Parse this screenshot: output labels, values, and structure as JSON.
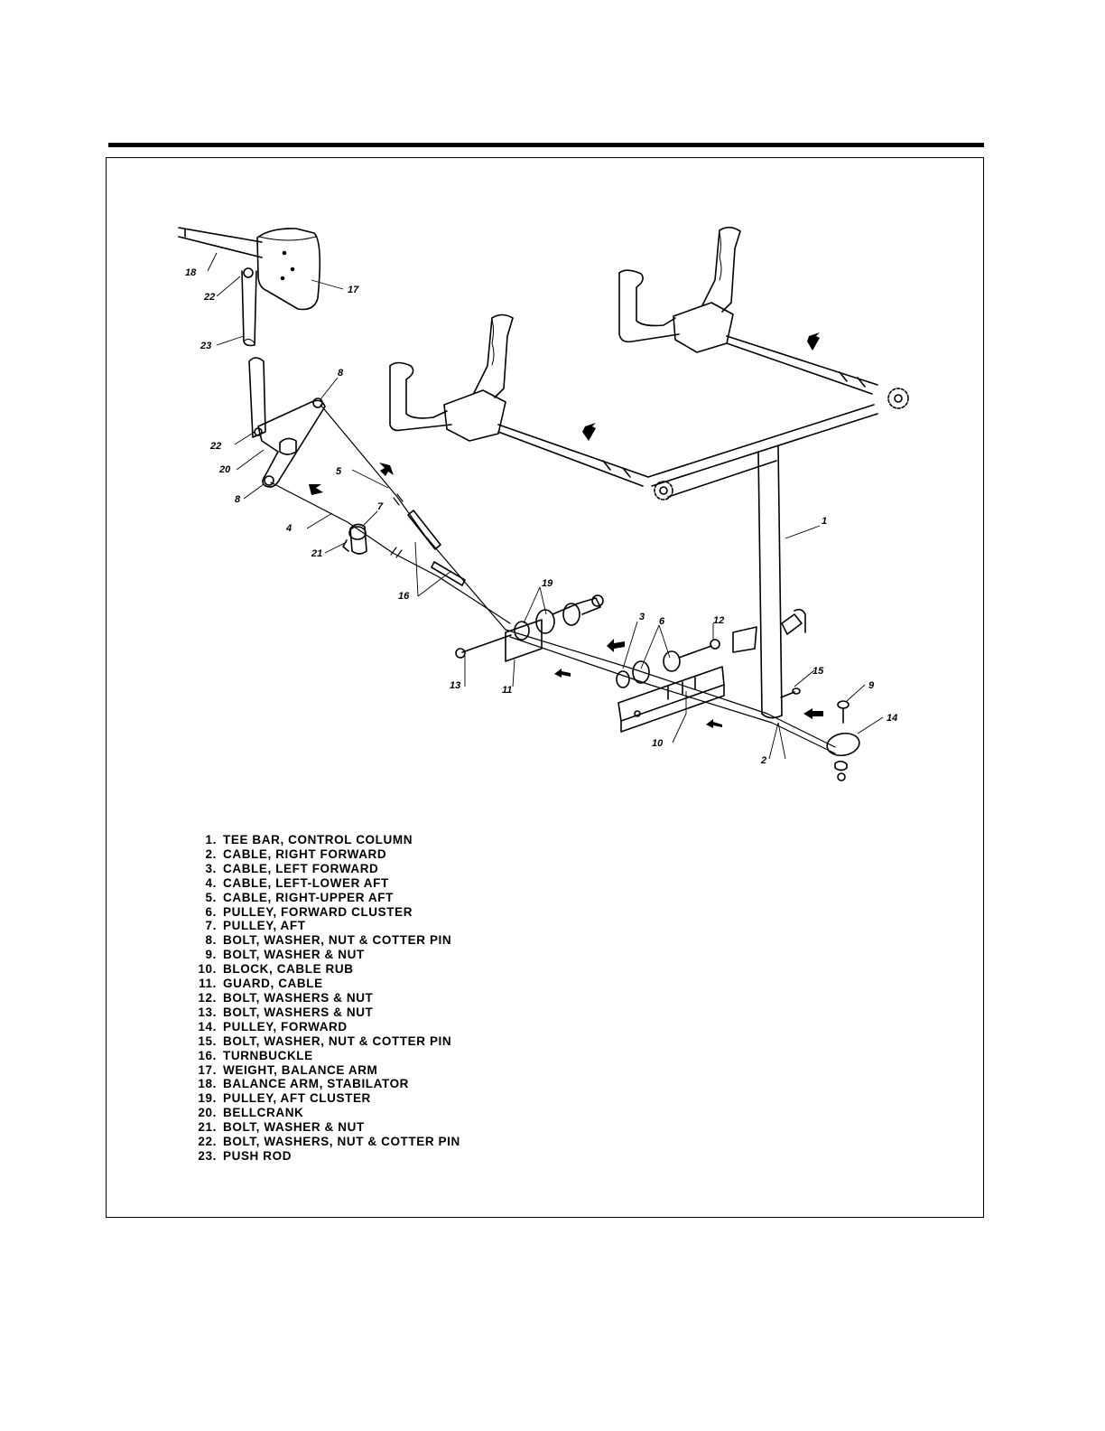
{
  "parts": [
    {
      "num": "1.",
      "label": "TEE BAR, CONTROL COLUMN"
    },
    {
      "num": "2.",
      "label": "CABLE, RIGHT FORWARD"
    },
    {
      "num": "3.",
      "label": "CABLE, LEFT FORWARD"
    },
    {
      "num": "4.",
      "label": "CABLE, LEFT-LOWER AFT"
    },
    {
      "num": "5.",
      "label": "CABLE, RIGHT-UPPER AFT"
    },
    {
      "num": "6.",
      "label": "PULLEY, FORWARD CLUSTER"
    },
    {
      "num": "7.",
      "label": "PULLEY, AFT"
    },
    {
      "num": "8.",
      "label": "BOLT, WASHER, NUT & COTTER PIN"
    },
    {
      "num": "9.",
      "label": "BOLT, WASHER & NUT"
    },
    {
      "num": "10.",
      "label": "BLOCK, CABLE RUB"
    },
    {
      "num": "11.",
      "label": "GUARD, CABLE"
    },
    {
      "num": "12.",
      "label": "BOLT, WASHERS & NUT"
    },
    {
      "num": "13.",
      "label": "BOLT, WASHERS & NUT"
    },
    {
      "num": "14.",
      "label": "PULLEY, FORWARD"
    },
    {
      "num": "15.",
      "label": "BOLT, WASHER, NUT & COTTER PIN"
    },
    {
      "num": "16.",
      "label": "TURNBUCKLE"
    },
    {
      "num": "17.",
      "label": "WEIGHT, BALANCE ARM"
    },
    {
      "num": "18.",
      "label": "BALANCE ARM, STABILATOR"
    },
    {
      "num": "19.",
      "label": "PULLEY, AFT CLUSTER"
    },
    {
      "num": "20.",
      "label": "BELLCRANK"
    },
    {
      "num": "21.",
      "label": "BOLT, WASHER & NUT"
    },
    {
      "num": "22.",
      "label": "BOLT, WASHERS, NUT & COTTER PIN"
    },
    {
      "num": "23.",
      "label": "PUSH ROD"
    }
  ],
  "callouts": {
    "c1": "1",
    "c2": "2",
    "c3": "3",
    "c4": "4",
    "c5": "5",
    "c6": "6",
    "c7": "7",
    "c8a": "8",
    "c8b": "8",
    "c9": "9",
    "c10": "10",
    "c11": "11",
    "c12": "12",
    "c13": "13",
    "c14": "14",
    "c15": "15",
    "c16": "16",
    "c17": "17",
    "c18": "18",
    "c19": "19",
    "c20": "20",
    "c21": "21",
    "c22a": "22",
    "c22b": "22",
    "c23": "23"
  }
}
